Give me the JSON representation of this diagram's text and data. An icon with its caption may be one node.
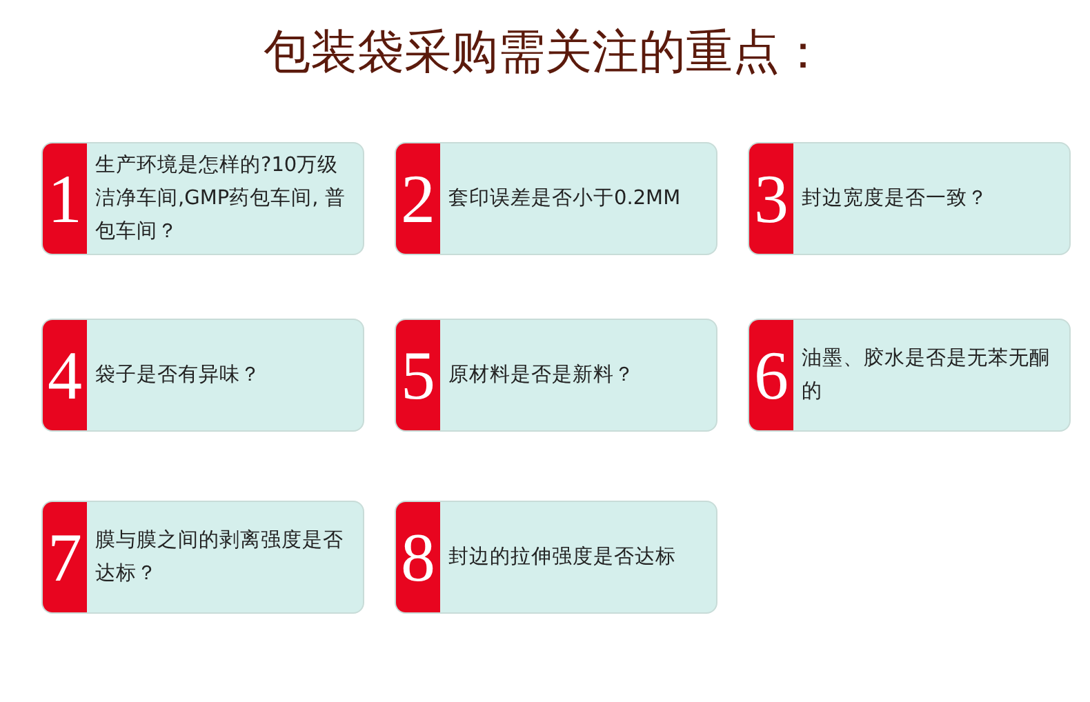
{
  "diagram": {
    "title": "包装袋采购需关注的重点：",
    "nodes": [
      {
        "text": [
          "1",
          "生产环境是怎样的?10万级洁净车间,GMP药包车间, 普包车间？"
        ]
      },
      {
        "text": [
          "2",
          "套印误差是否小于0.2MM"
        ]
      },
      {
        "text": [
          "3",
          "封边宽度是否一致？"
        ]
      },
      {
        "text": [
          "4",
          "袋子是否有异味？"
        ]
      },
      {
        "text": [
          "5",
          "原材料是否是新料？"
        ]
      },
      {
        "text": [
          "6",
          "油墨、胶水是否是无苯无酮的"
        ]
      },
      {
        "text": [
          "7",
          "膜与膜之间的剥离强度是否达标？"
        ]
      },
      {
        "text": [
          "8",
          "封边的拉伸强度是否达标"
        ]
      }
    ]
  }
}
